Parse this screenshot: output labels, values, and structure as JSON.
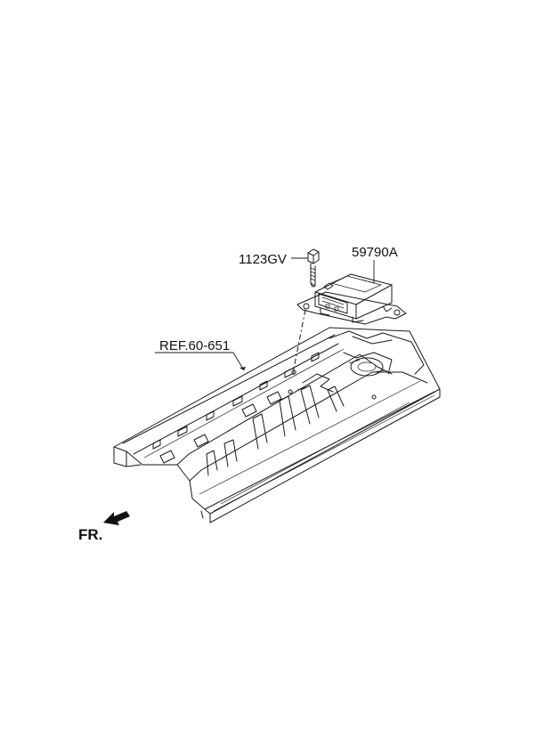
{
  "diagram": {
    "parts": [
      {
        "id": "bolt",
        "label": "1123GV",
        "icon": "bolt-icon"
      },
      {
        "id": "control-module",
        "label": "59790A",
        "icon": "airbag-control-module-icon"
      }
    ],
    "reference": {
      "label": "REF.60-651",
      "icon": "floor-panel-icon"
    },
    "direction": {
      "label": "FR.",
      "icon": "front-direction-arrow-icon"
    }
  }
}
